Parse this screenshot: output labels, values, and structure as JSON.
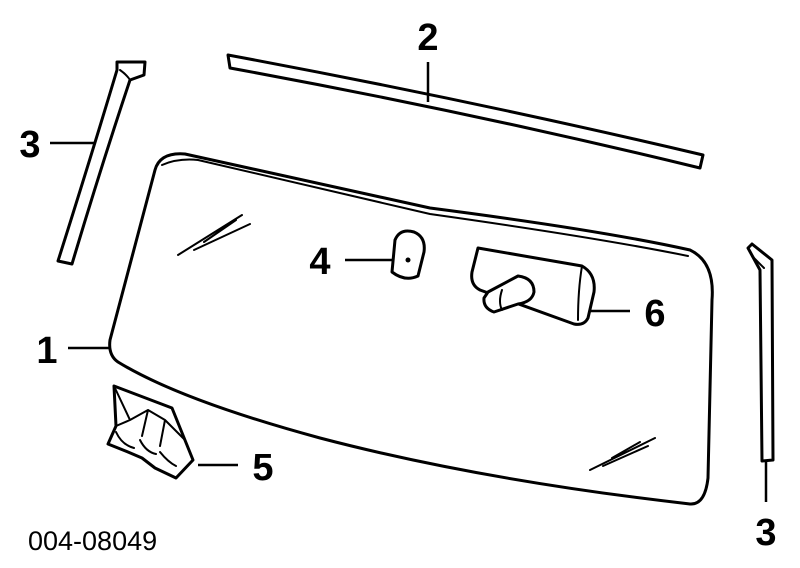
{
  "diagram": {
    "callouts": {
      "windshield": "1",
      "upper_molding": "2",
      "left_pillar_molding": "3",
      "right_pillar_molding": "3",
      "mirror_bracket": "4",
      "cowl_clip": "5",
      "rearview_mirror": "6"
    },
    "figure_code": "004-08049"
  }
}
